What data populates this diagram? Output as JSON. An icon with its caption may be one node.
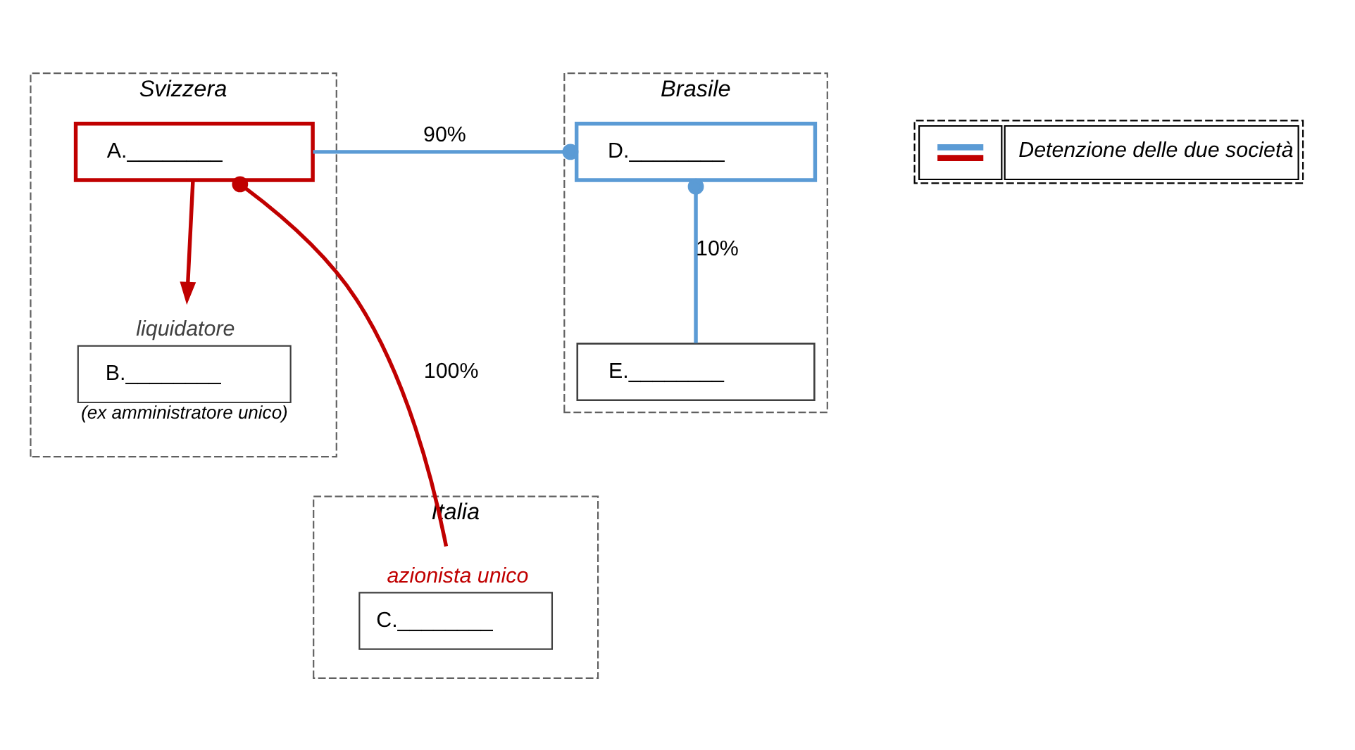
{
  "diagram": {
    "nodes": [
      {
        "text": [
          "Svizzera"
        ]
      },
      {
        "text": [
          "A.________"
        ],
        "in": 0
      },
      {
        "text": [
          "liquidatore",
          "B.________"
        ],
        "in": 0,
        "beside": [
          "(ex amministratore unico)"
        ]
      },
      {
        "text": [
          "Brasile"
        ]
      },
      {
        "text": [
          "D.________"
        ],
        "in": 3
      },
      {
        "text": [
          "E.________"
        ],
        "in": 3
      },
      {
        "text": [
          "Italia"
        ]
      },
      {
        "text": [
          "azionista unico",
          "C.________"
        ],
        "in": 6
      }
    ],
    "edges": [
      {
        "from": 1,
        "to": 4,
        "arrow": "other",
        "label": "90%",
        "color": "#5b9bd5"
      },
      {
        "from": 5,
        "to": 4,
        "arrow": "other",
        "label": "10%",
        "color": "#5b9bd5"
      },
      {
        "from": 1,
        "to": 2,
        "arrow": "to",
        "color": "#c00000"
      },
      {
        "from": 7,
        "to": 1,
        "arrow": "other",
        "label": "100%",
        "color": "#c00000"
      }
    ],
    "legend": [
      {
        "text": "Detenzione delle due società"
      }
    ]
  }
}
